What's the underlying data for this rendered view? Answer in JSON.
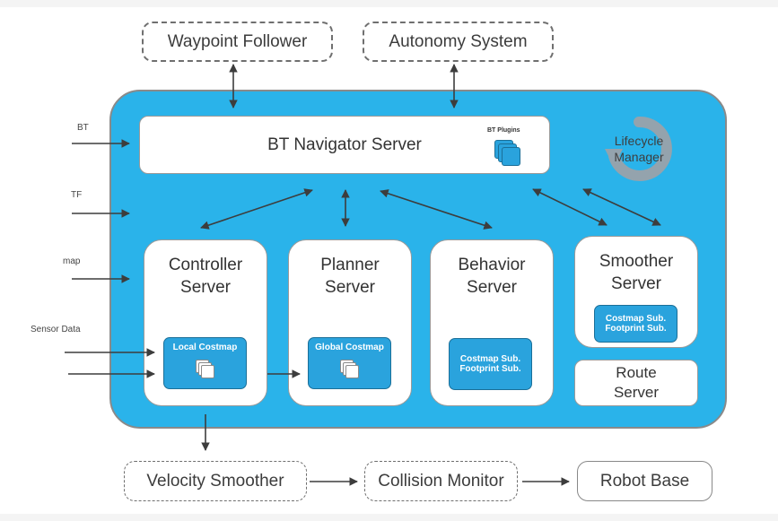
{
  "external": {
    "waypoint_follower": "Waypoint Follower",
    "autonomy_system": "Autonomy System",
    "velocity_smoother": "Velocity Smoother",
    "collision_monitor": "Collision Monitor",
    "robot_base": "Robot Base"
  },
  "inputs": {
    "bt": "BT",
    "tf": "TF",
    "map": "map",
    "sensor_data": "Sensor Data"
  },
  "navigator": {
    "title": "BT Navigator Server",
    "plugins_label": "BT Plugins"
  },
  "lifecycle": {
    "line1": "Lifecycle",
    "line2": "Manager"
  },
  "servers": {
    "controller": {
      "line1": "Controller",
      "line2": "Server",
      "costmap_label": "Local Costmap"
    },
    "planner": {
      "line1": "Planner",
      "line2": "Server",
      "costmap_label": "Global Costmap"
    },
    "behavior": {
      "line1": "Behavior",
      "line2": "Server",
      "sub1": "Costmap Sub.",
      "sub2": "Footprint Sub."
    },
    "smoother": {
      "line1": "Smoother",
      "line2": "Server",
      "sub1": "Costmap Sub.",
      "sub2": "Footprint Sub."
    },
    "route": {
      "line1": "Route",
      "line2": "Server"
    }
  },
  "colors": {
    "container": "#2ab3ea",
    "inner_box": "#2aa3dd",
    "arrow": "#3d3d3d"
  },
  "icons": [
    "bidirectional-arrow",
    "arrow",
    "stack-icon",
    "lifecycle-icon"
  ]
}
